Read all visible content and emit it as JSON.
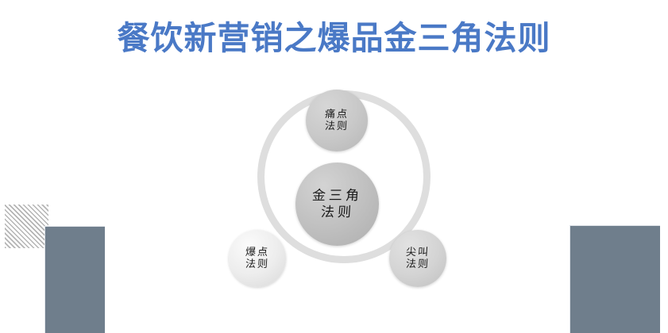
{
  "slide": {
    "title": "餐饮新营销之爆品金三角法则",
    "background_color": "#ffffff",
    "title_color": "#4a79c6"
  },
  "diagram": {
    "type": "circular-hub-and-spoke",
    "ring_color": "#dedede",
    "center": {
      "line1": "金三角",
      "line2": "法则"
    },
    "nodes": [
      {
        "position": "top",
        "line1": "痛点",
        "line2": "法则"
      },
      {
        "position": "bottom-right",
        "line1": "尖叫",
        "line2": "法则"
      },
      {
        "position": "bottom-left",
        "line1": "爆点",
        "line2": "法则"
      }
    ]
  },
  "decorations": {
    "hatched_square": {
      "pattern": "diagonal-hatch",
      "color": "#b4b4b4"
    },
    "left_block": {
      "color": "#6f7e8c"
    },
    "right_block": {
      "color": "#6f7e8c"
    }
  }
}
